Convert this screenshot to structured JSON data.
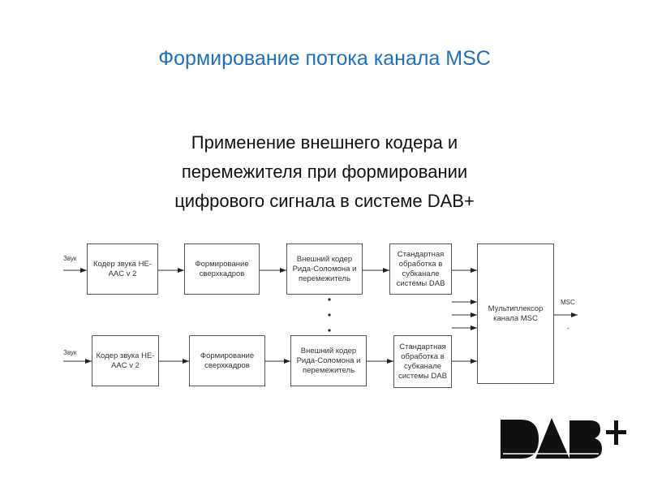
{
  "title": "Формирование потока канала MSC",
  "subtitle": [
    "Применение внешнего кодера и",
    "перемежителя при формировании",
    "цифрового сигнала в системе DAB+"
  ],
  "diagram": {
    "input_label": "Звук",
    "rows": [
      {
        "encoder": "Кодер звука HE-AAC v 2",
        "frames": "Формирование сверхкадров",
        "rs": "Внешний кодер Рида-Соломона и перемежитель",
        "std": "Стандартная обработка в субканале системы DAB"
      },
      {
        "encoder": "Кодер звука HE-AAC v 2",
        "frames": "Формирование сверхкадров",
        "rs": "Внешний кодер Рида-Соломона и перемежитель",
        "std": "Стандартная обработка в субканале системы DAB"
      }
    ],
    "mux": "Мультиплексор канала MSC",
    "output_label": "MSC",
    "output_dash": "-"
  },
  "logo": "DAB+"
}
